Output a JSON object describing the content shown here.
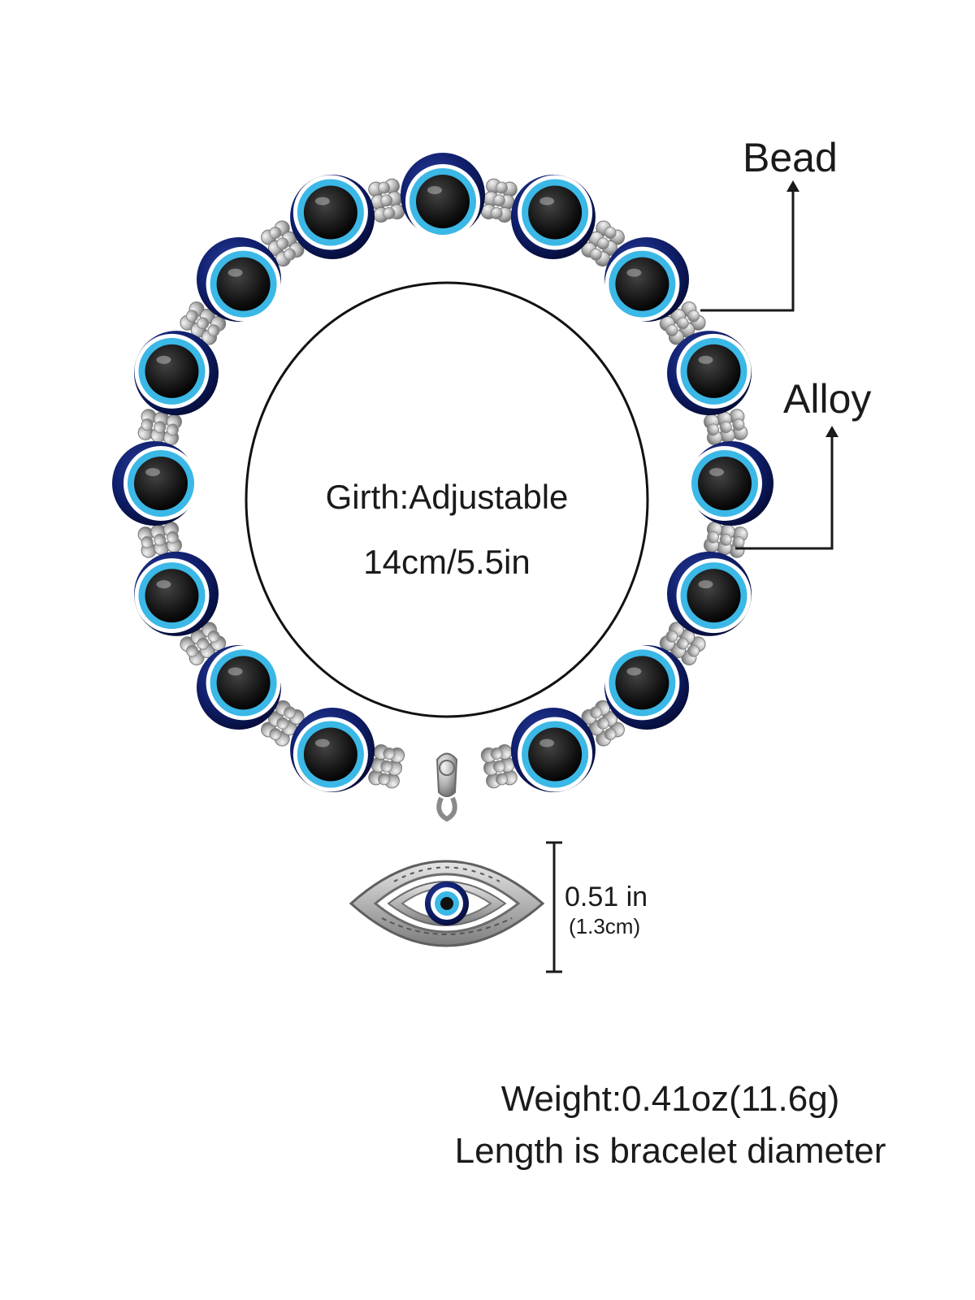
{
  "callouts": {
    "bead": "Bead",
    "alloy": "Alloy"
  },
  "center": {
    "girth": "Girth:Adjustable",
    "size": "14cm/5.5in"
  },
  "pendant_dimension": {
    "inches": "0.51 in",
    "cm": "(1.3cm)"
  },
  "footer": {
    "weight": "Weight:0.41oz(11.6g)",
    "note": "Length is bracelet diameter"
  },
  "colors": {
    "bead_dark_blue": "#0d1a5c",
    "bead_light_blue": "#38b8e8",
    "bead_pupil": "#111111",
    "silver": "#b9b9b9",
    "line": "#1a1a1a"
  }
}
